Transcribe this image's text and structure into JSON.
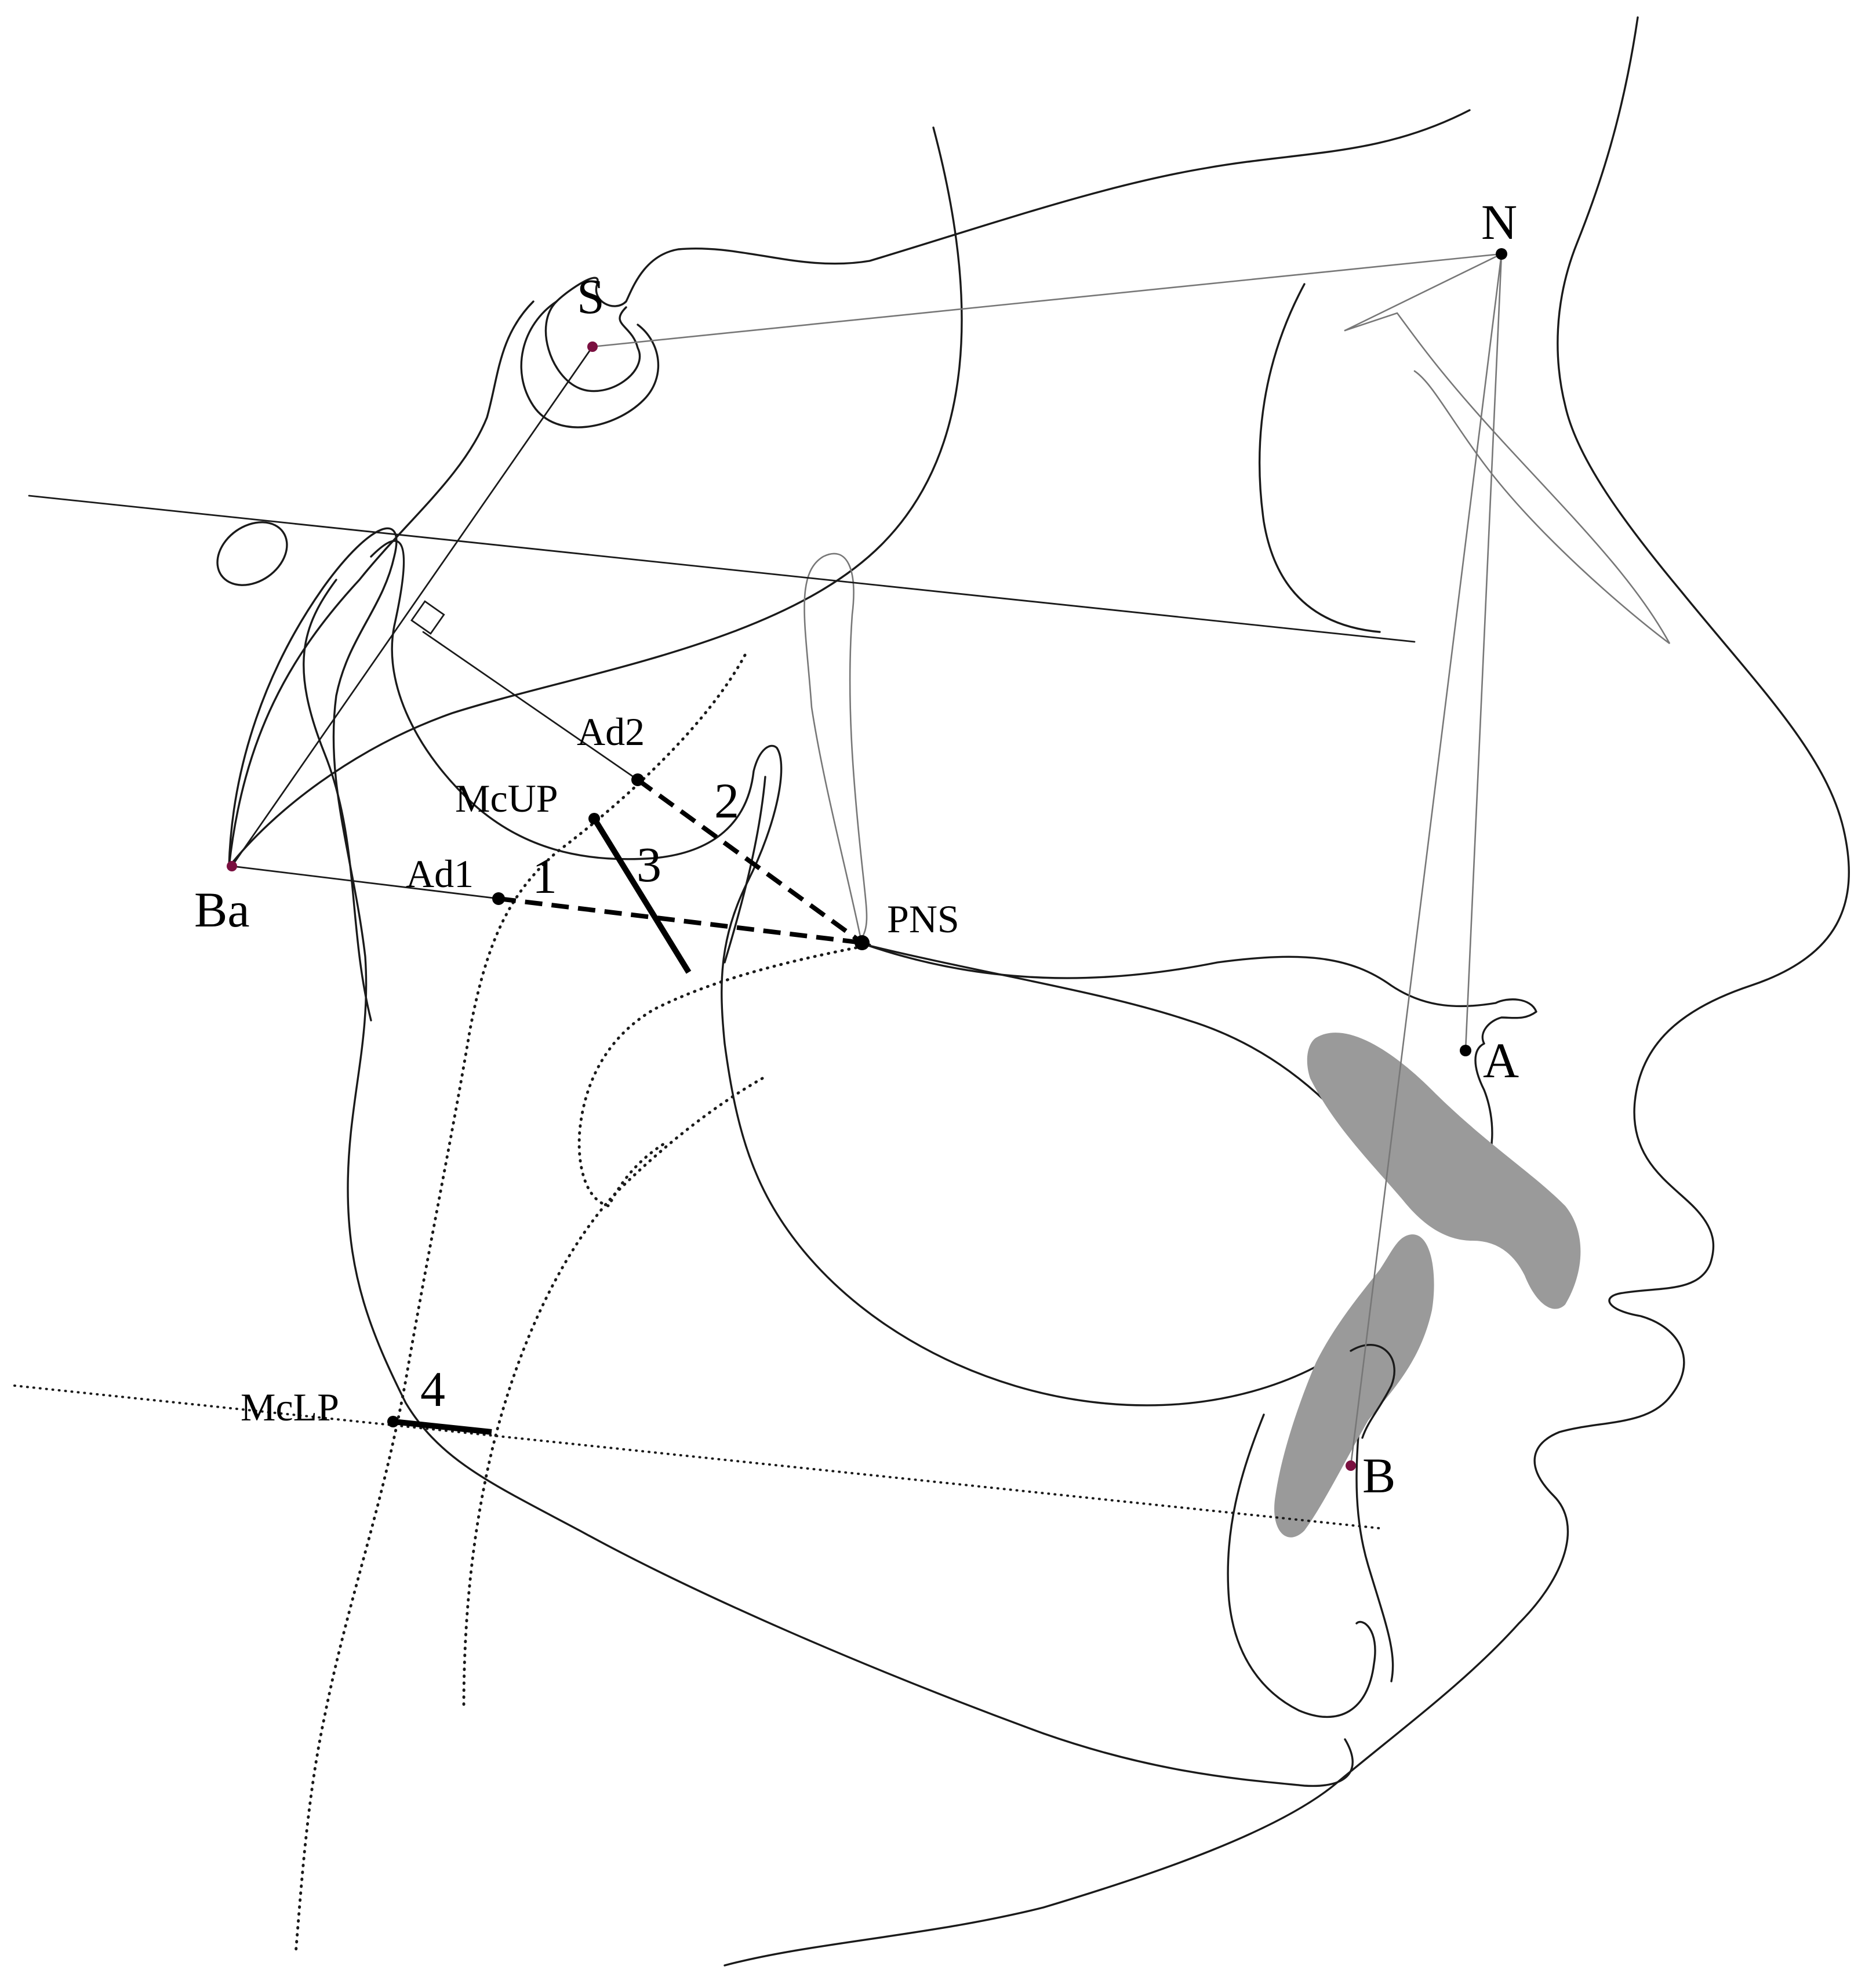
{
  "landmarks": {
    "S": "S",
    "N": "N",
    "Ba": "Ba",
    "A": "A",
    "B": "B",
    "PNS": "PNS",
    "Ad1": "Ad1",
    "Ad2": "Ad2",
    "McUP": "McUP",
    "McLP": "McLP"
  },
  "measurements": {
    "m1": "1",
    "m2": "2",
    "m3": "3",
    "m4": "4"
  },
  "colors": {
    "outline": "#1a1a1a",
    "reference_line": "#777777",
    "teeth": "#9a9a9a",
    "landmark_dot": "#7a1040"
  }
}
